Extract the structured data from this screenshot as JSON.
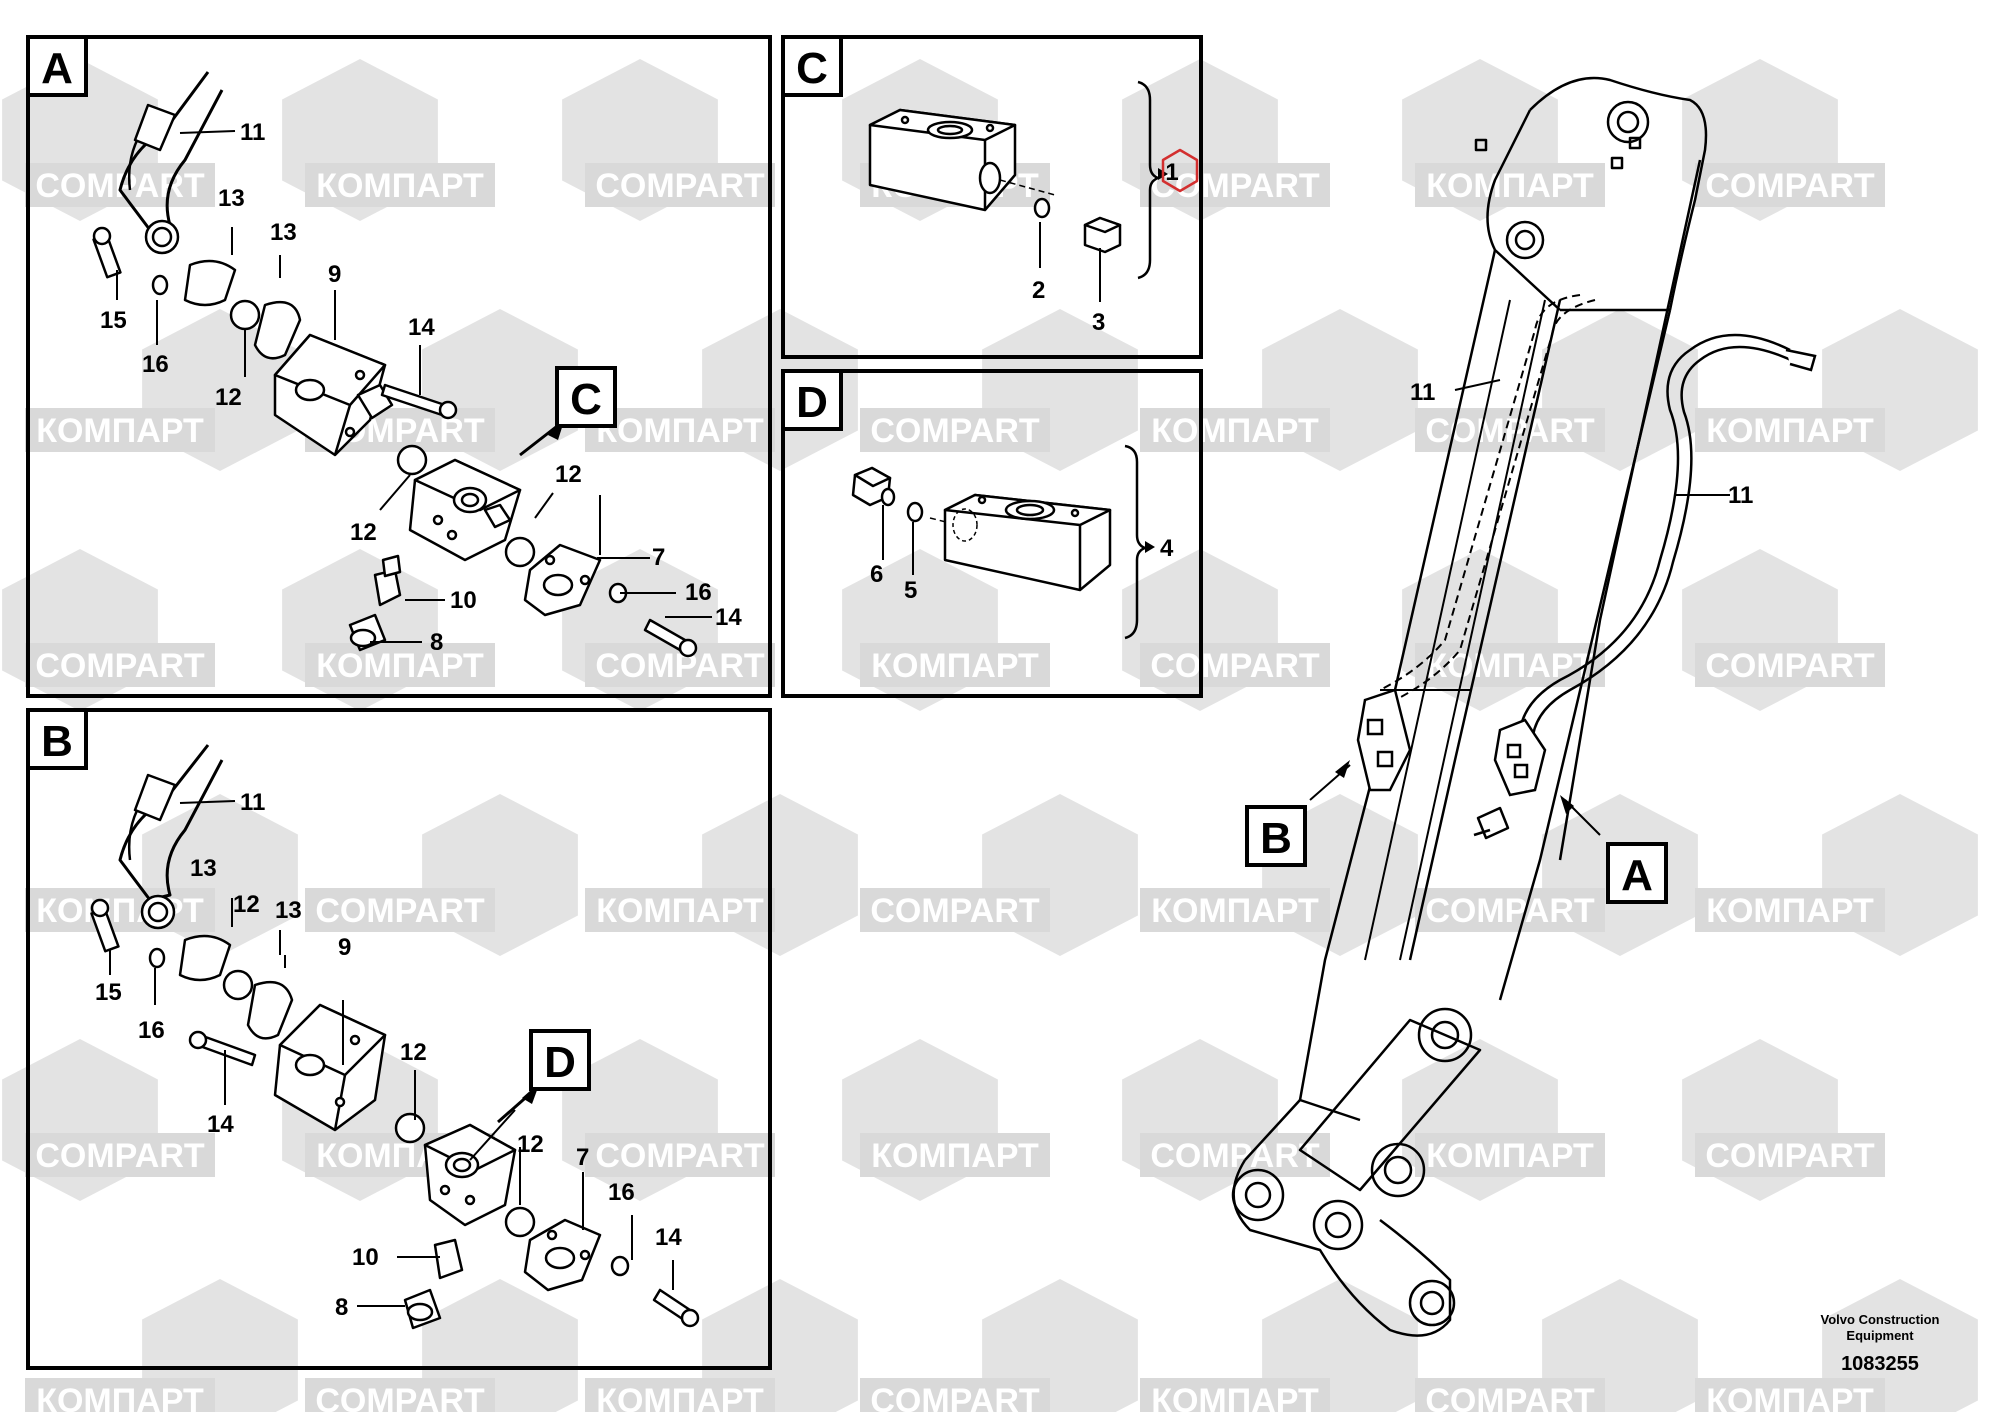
{
  "watermark": {
    "texts": [
      "COMPART",
      "КОМПАРТ"
    ]
  },
  "panels": {
    "A": {
      "tag": "A"
    },
    "B": {
      "tag": "B"
    },
    "C": {
      "tag": "C"
    },
    "D": {
      "tag": "D"
    }
  },
  "callouts": {
    "A": {
      "label": "A"
    },
    "B": {
      "label": "B"
    },
    "C": {
      "label": "C"
    },
    "D": {
      "label": "D"
    }
  },
  "part_numbers": {
    "p1": "1",
    "p2": "2",
    "p3": "3",
    "p4": "4",
    "p5": "5",
    "p6": "6",
    "p7": "7",
    "p8": "8",
    "p9": "9",
    "p10": "10",
    "p11": "11",
    "p12": "12",
    "p13": "13",
    "p14": "14",
    "p15": "15",
    "p16": "16"
  },
  "footer": {
    "company_line1": "Volvo Construction",
    "company_line2": "Equipment",
    "drawing_number": "1083255"
  },
  "colors": {
    "line": "#000000",
    "watermark": "#d9d9d9",
    "highlight": "#d32f2f"
  }
}
